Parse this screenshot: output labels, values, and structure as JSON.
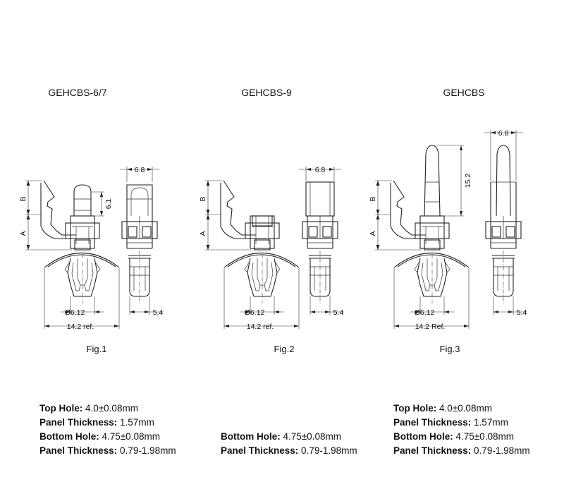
{
  "figures": [
    {
      "title": "GEHCBS-6/7",
      "caption": "Fig.1",
      "dims": {
        "a": "A",
        "b": "B",
        "height": "6.1",
        "side_width": "6.8",
        "bottom_width": "5.4",
        "hole": "Ø6.12",
        "ref": "14.2 ref."
      }
    },
    {
      "title": "GEHCBS-9",
      "caption": "Fig.2",
      "dims": {
        "a": "A",
        "b": "B",
        "side_width": "6.8",
        "bottom_width": "5.4",
        "hole": "Ø6.12",
        "ref": "14.2 ref."
      }
    },
    {
      "title": "GEHCBS",
      "caption": "Fig.3",
      "dims": {
        "a": "A",
        "b": "B",
        "height": "15.2",
        "side_width": "6.8",
        "bottom_width": "5.4",
        "hole": "Ø6.12",
        "ref": "14.2 Ref."
      }
    }
  ],
  "specs": {
    "left": [
      {
        "label": "Top Hole:",
        "value": " 4.0±0.08mm"
      },
      {
        "label": "Panel Thickness:",
        "value": " 1.57mm"
      },
      {
        "label": "Bottom Hole:",
        "value": " 4.75±0.08mm"
      },
      {
        "label": "Panel Thickness:",
        "value": " 0.79-1.98mm"
      }
    ],
    "middle": [
      {
        "label": "Bottom Hole:",
        "value": " 4.75±0.08mm"
      },
      {
        "label": "Panel Thickness:",
        "value": " 0.79-1.98mm"
      }
    ],
    "right": [
      {
        "label": "Top Hole:",
        "value": " 4.0±0.08mm"
      },
      {
        "label": "Panel Thickness:",
        "value": " 1.57mm"
      },
      {
        "label": "Bottom Hole:",
        "value": " 4.75±0.08mm"
      },
      {
        "label": "Panel Thickness:",
        "value": " 0.79-1.98mm"
      }
    ]
  }
}
